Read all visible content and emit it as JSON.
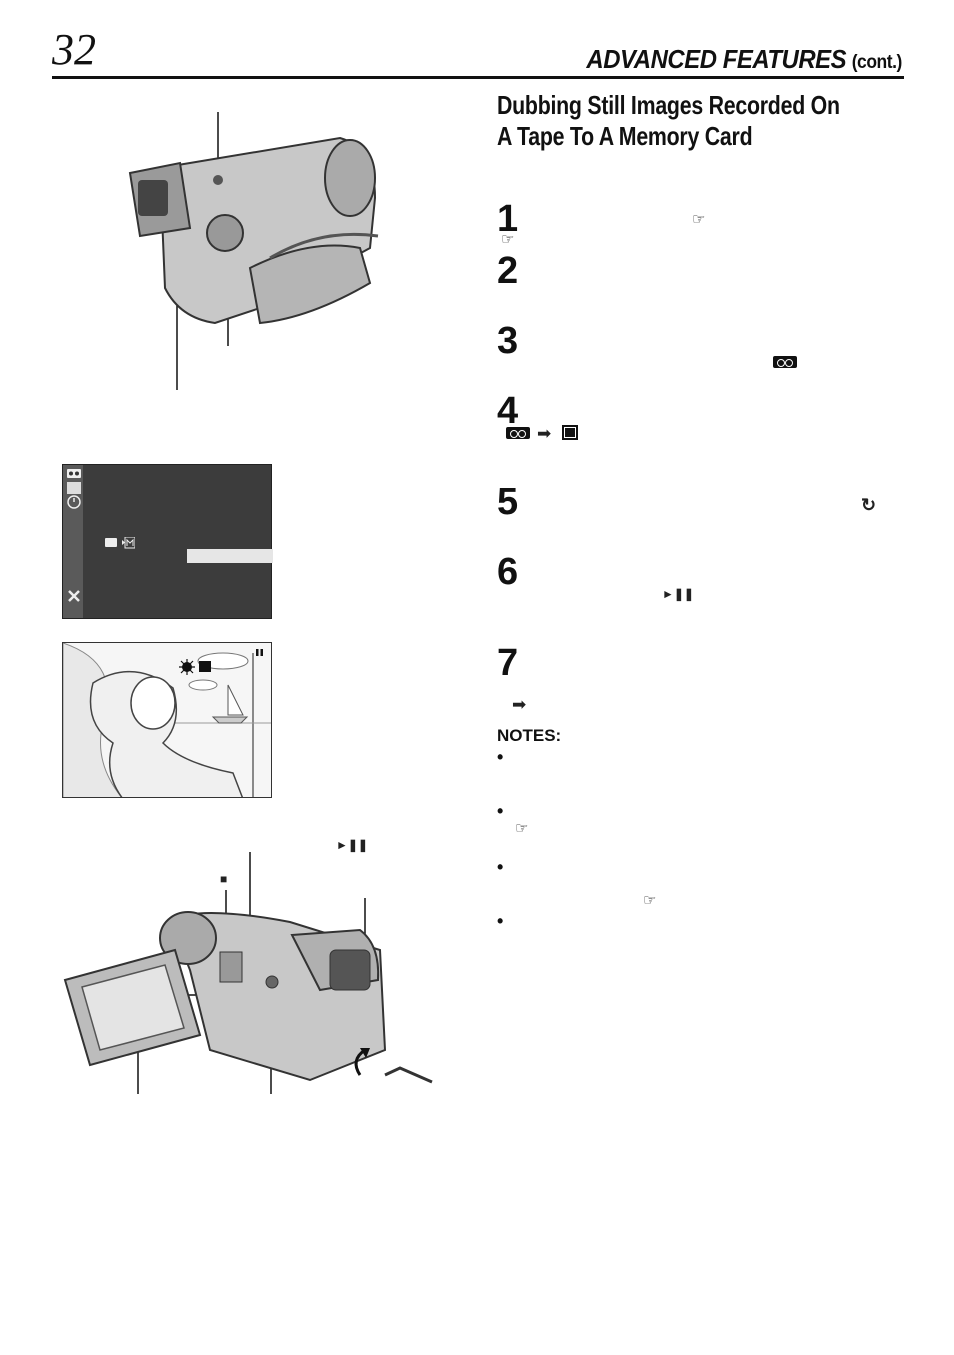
{
  "header": {
    "page_number": "32",
    "section": "ADVANCED FEATURES",
    "cont": "(cont.)"
  },
  "title": "Dubbing Still Images Recorded On A Tape To A Memory Card",
  "steps": [
    "1",
    "2",
    "3",
    "4",
    "5",
    "6",
    "7"
  ],
  "symbols": {
    "ref": "☞",
    "arrow": "➡",
    "play_pause": "►❚❚",
    "stop": "■",
    "return": "↻"
  },
  "notes_label": "NOTES:",
  "bullet": "•",
  "icons": {
    "tape": "tape-icon",
    "memory": "memory-card-icon",
    "return": "return-icon",
    "close": "close-icon"
  }
}
